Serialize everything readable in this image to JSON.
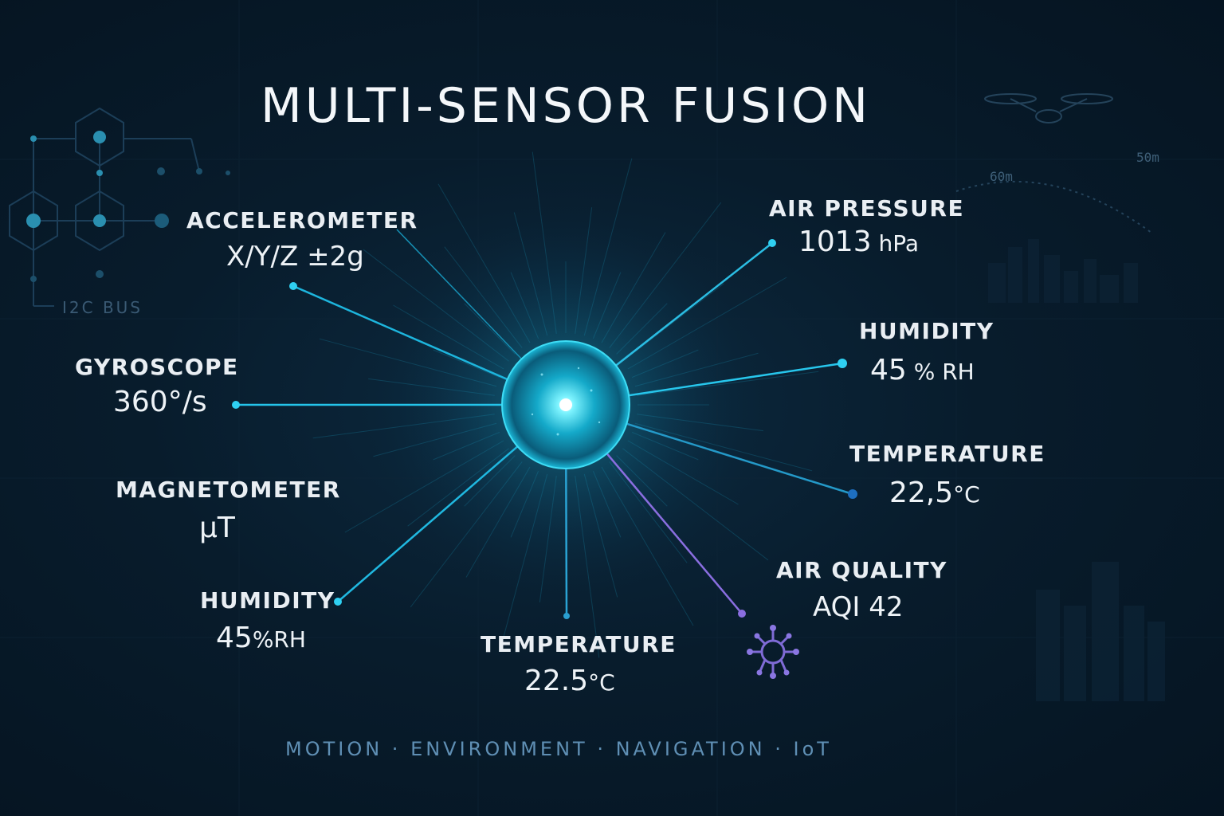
{
  "title": "MULTI-SENSOR FUSION",
  "bus_label": "I2C BUS",
  "footer": "MOTION · ENVIRONMENT · NAVIGATION · IoT",
  "drone_distances": [
    "60m",
    "50m"
  ],
  "colors": {
    "background": "#081c2c",
    "core": "#22d3ee",
    "line": "#1fb6e0",
    "accent_purple": "#8a6ee0",
    "text": "#eef3f7",
    "footer": "#5f8fb4"
  },
  "sensors": {
    "accelerometer": {
      "label": "ACCELEROMETER",
      "value": "X/Y/Z ±2g"
    },
    "gyroscope": {
      "label": "GYROSCOPE",
      "value": "360°/s"
    },
    "magnetometer": {
      "label": "MAGNETOMETER",
      "value": "µT"
    },
    "humidity_left": {
      "label": "HUMIDITY",
      "value": "45",
      "unit": "%RH"
    },
    "temperature_bottom": {
      "label": "TEMPERATURE",
      "value": "22.5",
      "unit": "°C"
    },
    "air_pressure": {
      "label": "AIR PRESSURE",
      "value": "1013",
      "unit": " hPa"
    },
    "humidity_right": {
      "label": "HUMIDITY",
      "value": "45",
      "unit": " % RH"
    },
    "temperature_right": {
      "label": "TEMPERATURE",
      "value": "22,5",
      "unit": "°C"
    },
    "air_quality": {
      "label": "AIR QUALITY",
      "value": "AQI 42",
      "icon": "virus-molecule-icon"
    }
  }
}
